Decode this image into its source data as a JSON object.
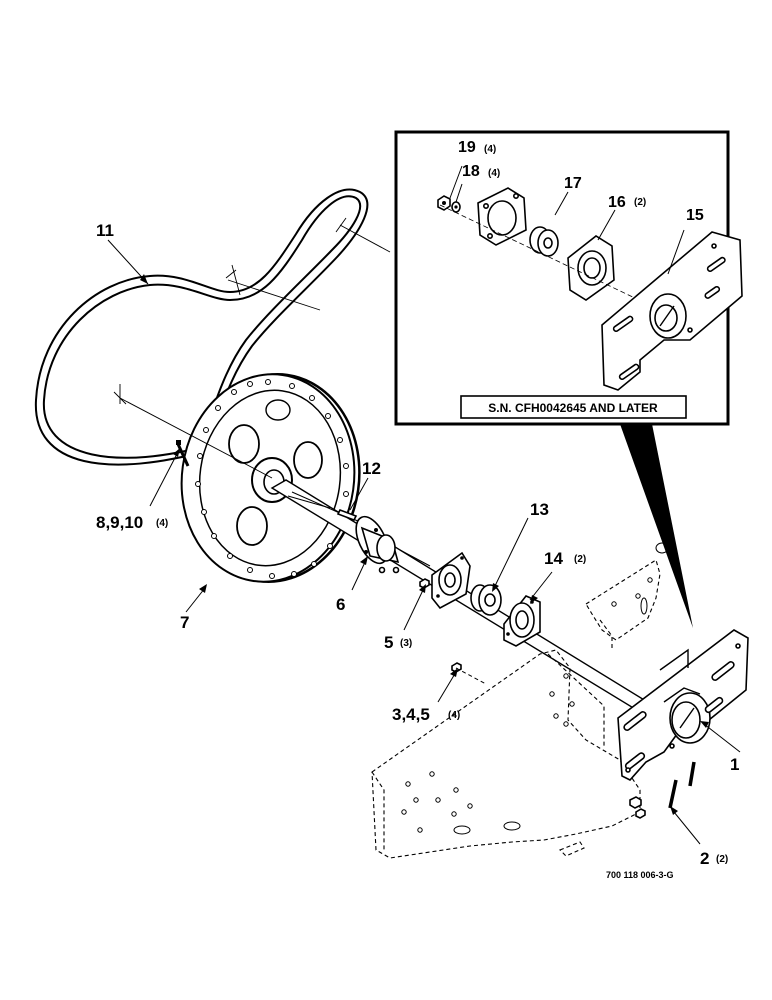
{
  "inset": {
    "serial_note": "S.N. CFH0042645 AND LATER"
  },
  "callouts": {
    "c1": {
      "num": "1",
      "qty": ""
    },
    "c2": {
      "num": "2",
      "qty": "(2)"
    },
    "c345": {
      "num": "3,4,5",
      "qty": "(4)"
    },
    "c5": {
      "num": "5",
      "qty": "(3)"
    },
    "c6": {
      "num": "6",
      "qty": ""
    },
    "c7": {
      "num": "7",
      "qty": ""
    },
    "c8910": {
      "num": "8,9,10",
      "qty": "(4)"
    },
    "c11": {
      "num": "11",
      "qty": ""
    },
    "c12": {
      "num": "12",
      "qty": ""
    },
    "c13": {
      "num": "13",
      "qty": ""
    },
    "c14": {
      "num": "14",
      "qty": "(2)"
    },
    "c15": {
      "num": "15",
      "qty": ""
    },
    "c16": {
      "num": "16",
      "qty": "(2)"
    },
    "c17": {
      "num": "17",
      "qty": ""
    },
    "c18": {
      "num": "18",
      "qty": "(4)"
    },
    "c19": {
      "num": "19",
      "qty": "(4)"
    }
  },
  "drawing_number": "700 118 006-3-G"
}
